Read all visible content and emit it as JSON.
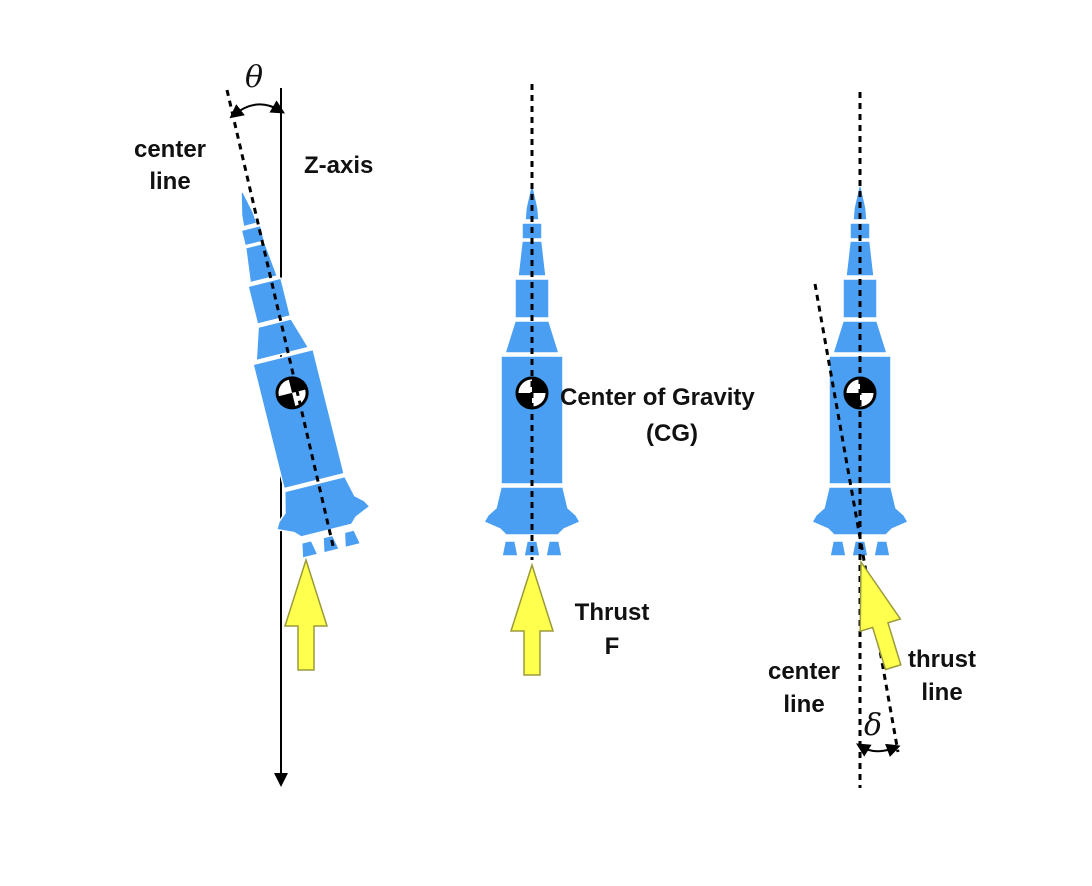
{
  "colors": {
    "rocket_body": "#4a9ff2",
    "thrust_arrow": "#ffff4d",
    "thrust_arrow_outline": "#8a8a20",
    "line": "#000000",
    "background": "#ffffff"
  },
  "panels": [
    {
      "id": "tilted",
      "labels": {
        "angle_symbol": "θ",
        "center_line_1": "center",
        "center_line_2": "line",
        "axis": "Z-axis"
      }
    },
    {
      "id": "upright",
      "labels": {
        "cg_1": "Center of Gravity",
        "cg_2": "(CG)",
        "thrust_1": "Thrust",
        "thrust_2": "F"
      }
    },
    {
      "id": "gimbaled",
      "labels": {
        "center_line_1": "center",
        "center_line_2": "line",
        "thrust_line_1": "thrust",
        "thrust_line_2": "line",
        "angle_symbol": "δ"
      }
    }
  ]
}
